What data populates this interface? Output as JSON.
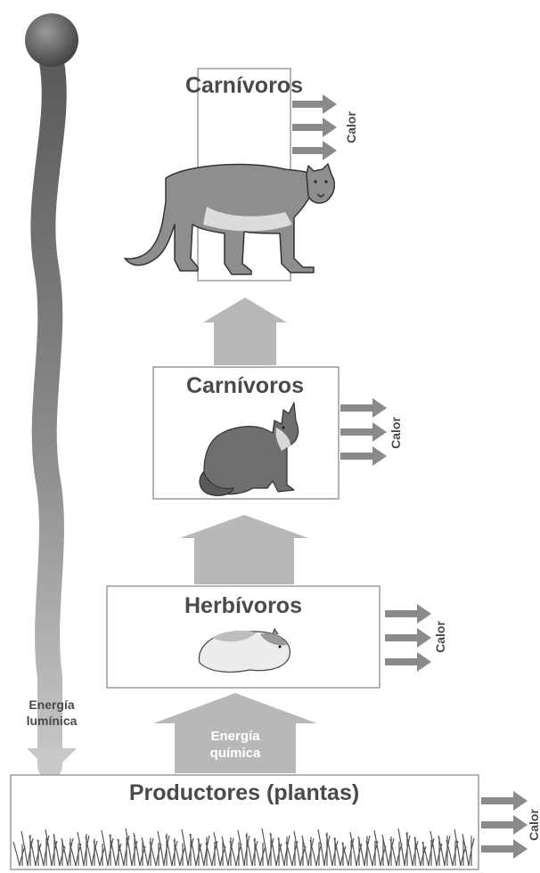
{
  "diagram": {
    "levels": [
      {
        "id": "carnivoros-top",
        "label": "Carnívoros",
        "animal": "puma-icon"
      },
      {
        "id": "carnivoros-mid",
        "label": "Carnívoros",
        "animal": "fox-icon"
      },
      {
        "id": "herbivoros",
        "label": "Herbívoros",
        "animal": "guinea-pig-icon"
      },
      {
        "id": "productores",
        "label": "Productores (plantas)",
        "animal": "grass-icon"
      }
    ],
    "heat_label": "Calor",
    "light_energy": {
      "line1": "Energía",
      "line2": "lumínica"
    },
    "chemical_energy": {
      "line1": "Energía",
      "line2": "química"
    },
    "colors": {
      "arrow": "#b5b5b5",
      "heat_arrow": "#8a8a8a",
      "box_border": "#999999",
      "text": "#4a4a4a"
    }
  }
}
